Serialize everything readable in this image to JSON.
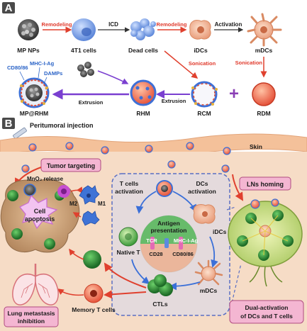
{
  "panel_a": {
    "tag": "A",
    "row1": {
      "mp_nps": "MP NPs",
      "remodeling_1": "Remodeling",
      "t1_cells": "4T1 cells",
      "icd": "ICD",
      "dead_cells": "Dead cells",
      "remodeling_2": "Remodeling",
      "idcs": "iDCs",
      "activation": "Activation",
      "mdcs": "mDCs"
    },
    "row2": {
      "cd80": "CD80/86",
      "mhc": "MHC-I-Ag",
      "damps": "DAMPs",
      "mp_rhm": "MP@RHM",
      "extrusion_1": "Extrusion",
      "rhm": "RHM",
      "extrusion_2": "Extrusion",
      "rcm": "RCM",
      "sonication_1": "Sonication",
      "sonication_2": "Sonication",
      "rdm": "RDM",
      "plus": "+"
    }
  },
  "panel_b": {
    "tag": "B",
    "peritumoral": "Peritumoral injection",
    "skin": "Skin",
    "tumor_targeting": "Tumor targeting",
    "mno2_release": "MnO₂ release",
    "m2": "M2",
    "m1": "M1",
    "cell_apoptosis_1": "Cell",
    "cell_apoptosis_2": "apoptosis",
    "ln_homing": "LNs homing",
    "t_cells_activation_1": "T cells",
    "t_cells_activation_2": "activation",
    "dcs_activation_1": "DCs",
    "dcs_activation_2": "activation",
    "antigen_presentation_1": "Antigen",
    "antigen_presentation_2": "presentation",
    "tcr": "TCR",
    "mhc_ag": "MHC-I-Ag",
    "cd28": "CD28",
    "cd80_86": "CD80/86",
    "idcs": "iDCs",
    "native_t": "Native T",
    "mdcs": "mDCs",
    "ctls": "CTLs",
    "memory_t": "Memory T cells",
    "lung_1": "Lung metastasis",
    "lung_2": "inhibition",
    "dual_1": "Dual-activation",
    "dual_2": "of DCs and T cells"
  },
  "colors": {
    "tag_bg": "#4a4a4a",
    "red_text": "#e03a2c",
    "blue_text": "#2a63c7",
    "purple_arrow": "#7a3fd0",
    "panel_b_bg": "#f6dcc6",
    "dashed_box": "#5a6fc4",
    "label_box": "#f4b6d2"
  }
}
